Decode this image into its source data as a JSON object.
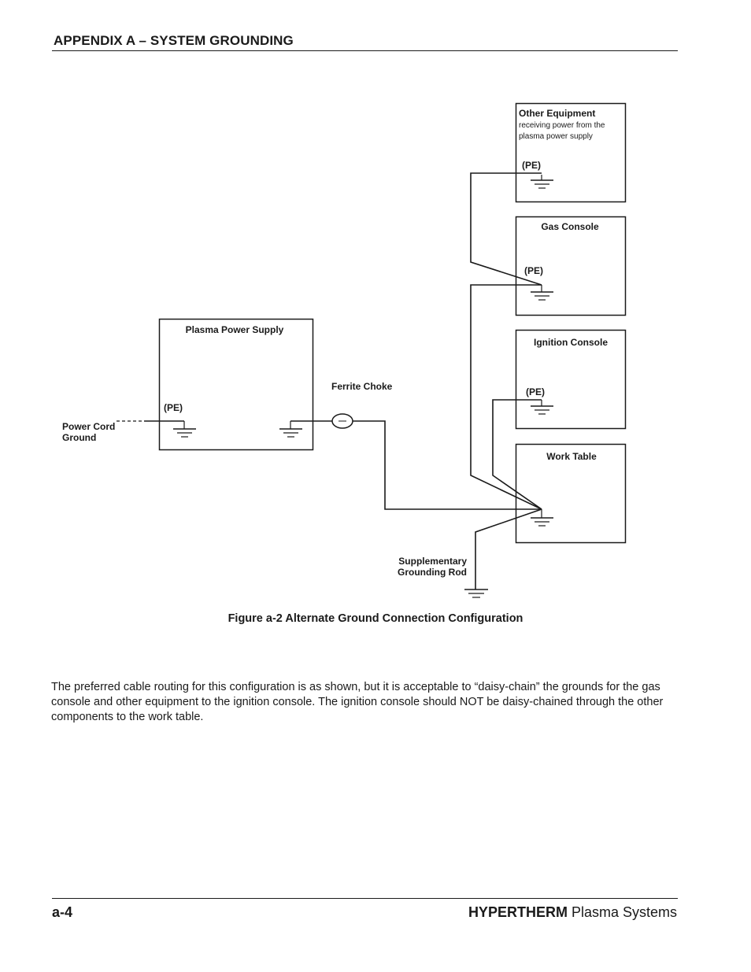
{
  "header": {
    "title": "APPENDIX A – SYSTEM GROUNDING"
  },
  "diagram": {
    "other_equipment": {
      "title": "Other Equipment",
      "desc_line1": "receiving power from the",
      "desc_line2": "plasma power supply",
      "pe": "(PE)"
    },
    "gas_console": {
      "title": "Gas Console",
      "pe": "(PE)"
    },
    "ignition_console": {
      "title": "Ignition Console",
      "pe": "(PE)"
    },
    "work_table": {
      "title": "Work Table"
    },
    "plasma_power_supply": {
      "title": "Plasma Power Supply",
      "pe": "(PE)"
    },
    "ferrite_choke": "Ferrite Choke",
    "power_cord_ground": {
      "line1": "Power Cord",
      "line2": "Ground"
    },
    "grounding_rod": {
      "line1": "Supplementary",
      "line2": "Grounding Rod"
    }
  },
  "caption": "Figure a-2  Alternate Ground Connection Configuration",
  "body_text": "The preferred cable routing for this configuration is as shown, but it is acceptable to “daisy-chain” the grounds  for the gas console and other equipment to the ignition console. The ignition console should NOT be daisy-chained through the other components to the work table.",
  "footer": {
    "page_number": "a-4",
    "brand_bold": "HYPERTHERM",
    "brand_rest": " Plasma Systems"
  }
}
